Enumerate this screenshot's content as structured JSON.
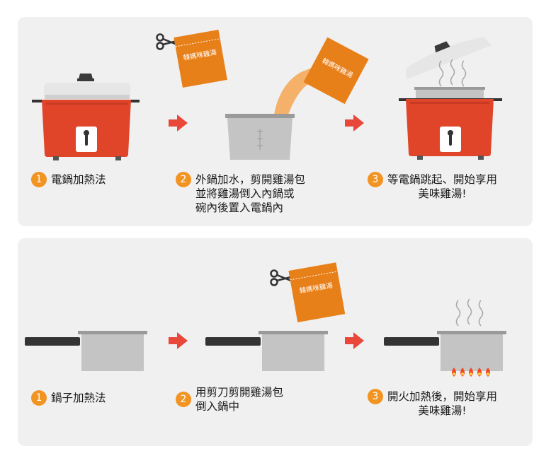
{
  "colors": {
    "panel_bg": "#f0f0f0",
    "badge": "#f29422",
    "pot_red": "#e0452a",
    "arrow_red": "#e8473a",
    "packet_orange": "#e8801a"
  },
  "packet_label": "韓媽咪雞湯",
  "sections": [
    {
      "method": "electric-cooker",
      "steps": [
        {
          "num": "1",
          "text": "電鍋加熱法"
        },
        {
          "num": "2",
          "text": "外鍋加水，剪開雞湯包\n並將雞湯倒入內鍋或\n碗內後置入電鍋內"
        },
        {
          "num": "3",
          "text": "等電鍋跳起、開始享用\n美味雞湯!"
        }
      ]
    },
    {
      "method": "stovetop-pot",
      "steps": [
        {
          "num": "1",
          "text": "鍋子加熱法"
        },
        {
          "num": "2",
          "text": "用剪刀剪開雞湯包\n倒入鍋中"
        },
        {
          "num": "3",
          "text": "開火加熱後，開始享用\n美味雞湯!"
        }
      ]
    }
  ]
}
